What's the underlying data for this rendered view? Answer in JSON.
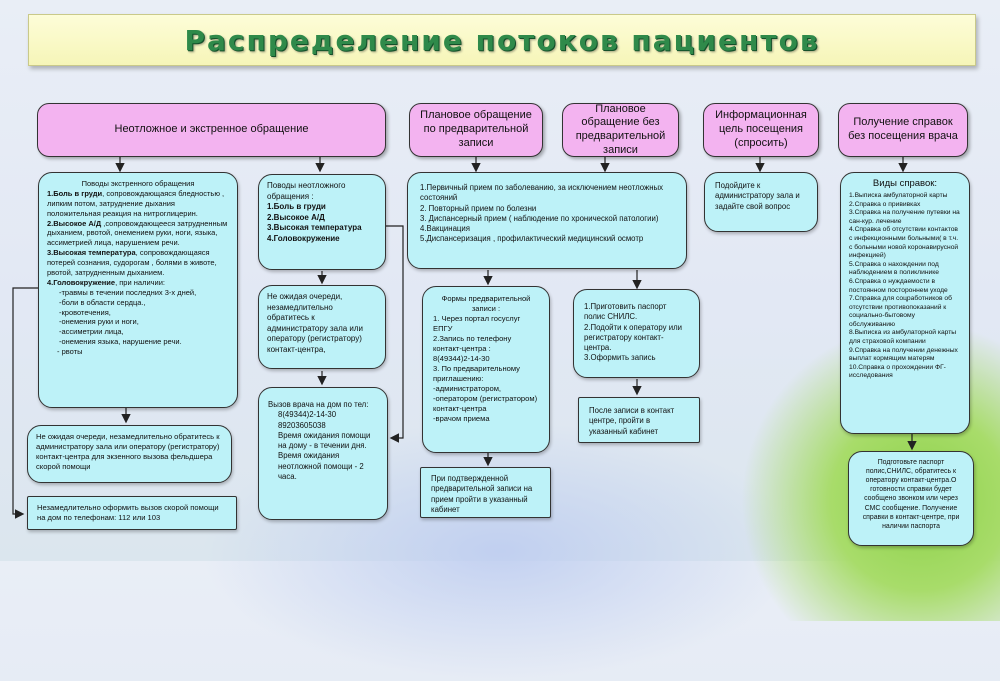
{
  "title": "Распределение потоков пациентов",
  "headers": {
    "urgent": "Неотложное и экстренное обращение",
    "planned_with": "Плановое обращение по предварительной записи",
    "planned_without": "Плановое обращение без предварительной записи",
    "info": "Информационная цель посещения (спросить)",
    "certs": "Получение справок без посещения врача"
  },
  "emergency": {
    "heading": "Поводы  экстренного обращения",
    "i1_b": "1.Боль в груди",
    "i1_t": ", сопровождающаяся бледностью , липким потом, затруднение дыхания положительная реакция на нитроглицерин.",
    "i2_b": "2.Высокое А/Д",
    "i2_t": " ,сопровождающееся затрудненным дыханием, рвотой, онемением руки, ноги, языка, ассиметрией лица, нарушением речи.",
    "i3_b": "3.Высокая температура",
    "i3_t": ", сопровождающаяся потерей сознания, судорогам , болями в животе, рвотой, затрудненным дыханием.",
    "i4_b": "4.Головокружение",
    "i4_t": ", при  наличии:",
    "subs": [
      "-травмы в течении последних 3-х дней,",
      "-боли в области сердца.,",
      "-кровотечения,",
      "-онемения руки и ноги,",
      "-ассиметрии лица,",
      "-онемения языка, нарушение речи.",
      "- рвоты"
    ]
  },
  "emergency_action": "Не ожидая очереди, незамедлительно обратитесь к администратору зала или оператору (регистратору) контакт-центра для экзенного вызова фельдшера скорой помощи",
  "emergency_call": "Незамедлительно оформить вызов скорой помощи на дом по телефонам: 112 или 103",
  "urgent": {
    "heading": "Поводы  неотложного обращения :",
    "items": [
      "1.Боль в груди",
      "2.Высокое А/Д",
      " 3.Высокая температура",
      "4.Головокружение"
    ]
  },
  "urgent_action": "Не ожидая очереди, незамедлительно обратитесь к администратору зала или оператору (регистратору) контакт-центра,",
  "home_call": {
    "l1": "Вызов врача на дом по тел:",
    "l2": "8(49344)2-14-30",
    "l3": "89203605038",
    "l4": "Время  ожидания помощи на дому - в течении дня.",
    "l5": "Время  ожидания неотложной помощи - 2 часа."
  },
  "planned_list": [
    "1.Первичный прием по заболеванию, за исключением неотложных состояний",
    "2. Повторный прием по болезни",
    "3. Диспансерный прием ( наблюдение по хронической патологии)",
    "4.Вакцинация",
    "5.Диспансеризация , профилактический медицинский осмотр"
  ],
  "forms": [
    "Формы  предварительной записи :",
    "1. Через портал госуслуг ЕПГУ",
    "2.Запись по телефону контакт-центра :",
    "8(49344)2-14-30",
    "3. По предварительному приглашению:",
    "-администратором,",
    "-оператором (регистратором) контакт-центра",
    "-врачом приема"
  ],
  "confirm": "При подтвержденной предварительной записи на прием  пройти в указанный кабинет",
  "steps": [
    "1.Приготовить паспорт полис СНИЛС.",
    "2.Подойти к оператору или регистратору контакт-центра.",
    "3.Оформить запись"
  ],
  "after": "После записи в контакт центре, пройти в указанный кабинет",
  "info_box": "Подойдите к администратору зала и задайте свой вопрос",
  "cert_box": {
    "heading": "Виды справок:",
    "items": [
      "1.Выписка амбулаторной карты",
      "2.Справка о прививках",
      "3.Справка на получение путевки на сан-кур. лечение",
      "4.Справка об отсутствии контактов с инфекционными больными( в т.ч. с больными новой коронавирусной инфекцией)",
      "5.Справка о нахождении под наблюдением в поликлинике",
      "6.Справка о нуждаемости в постоянном постороннем уходе",
      "7.Справка для соцработников  об отсутствии противопоказаний к социально-бытовому обслуживанию",
      "8.Выписка из амбулаторной карты для страховой компании",
      "9.Справка на получении денежных выплат кормящим матерям",
      "10.Справка о прохождении ФГ-исследования"
    ]
  },
  "cert_final": "Подготовьте паспорт полис,СНИЛС, обратитесь к оператору контакт-центра.О готовности справки будет сообщено звонком или через СМС сообщение. Получение справки в контакт-центре, при наличии паспорта"
}
